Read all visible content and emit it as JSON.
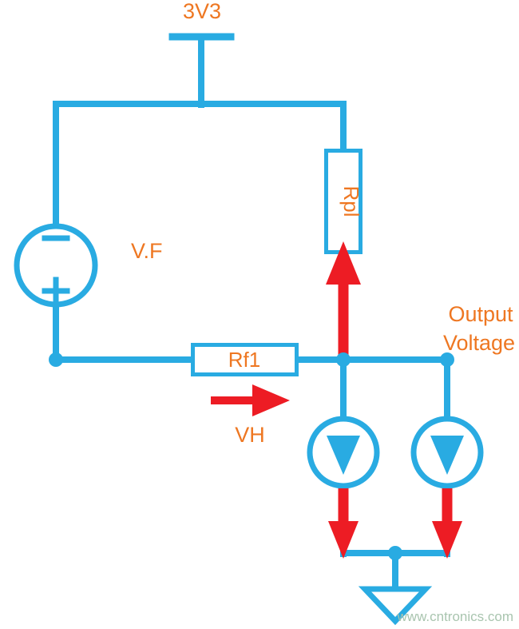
{
  "colors": {
    "wire": "#29ABE2",
    "arrow": "#ED1C24",
    "label": "#EE7722",
    "watermark": "#A9C5AF",
    "background": "#FFFFFF"
  },
  "labels": {
    "supply_rail": "3V3",
    "voltage_source": "V.F",
    "resistor_feedback": "Rf1",
    "resistor_pullup": "Rpl",
    "hall_voltage": "VH",
    "output_line1": "Output",
    "output_line2": "Voltage"
  },
  "symbols": {
    "voltage_source_minus": "−",
    "voltage_source_plus": "+"
  },
  "watermark": "www.cntronics.com"
}
